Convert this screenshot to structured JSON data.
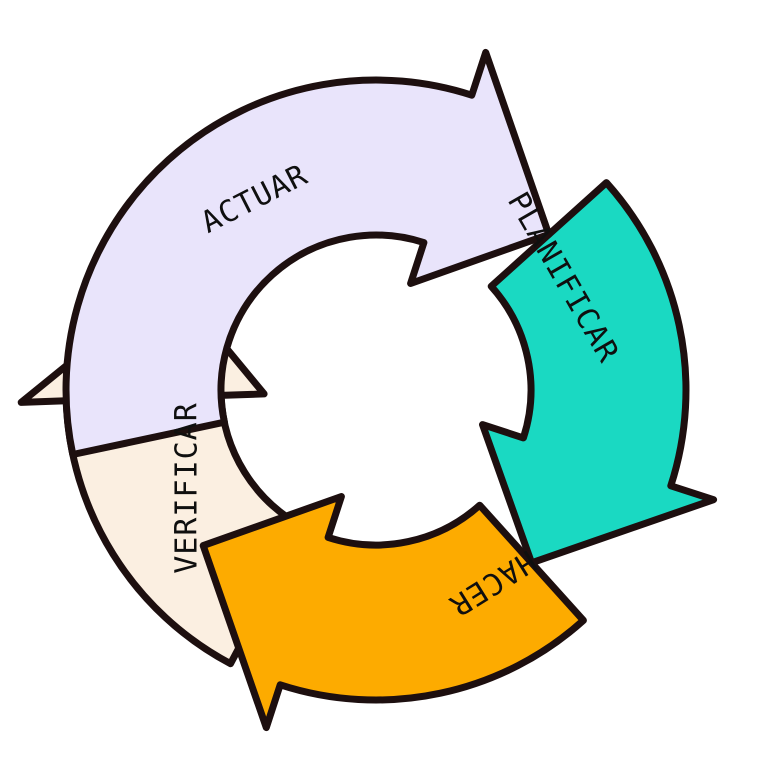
{
  "cycle": {
    "segments": [
      {
        "key": "actuar",
        "label": "ACTUAR",
        "color": "#e9e4fb"
      },
      {
        "key": "planificar",
        "label": "PLANIFICAR",
        "color": "#1ad9c2"
      },
      {
        "key": "hacer",
        "label": "HACER",
        "color": "#fdab00"
      },
      {
        "key": "verificar",
        "label": "VERIFICAR",
        "color": "#fbefe1"
      }
    ],
    "outline_color": "#1d0f0f",
    "direction": "clockwise"
  }
}
